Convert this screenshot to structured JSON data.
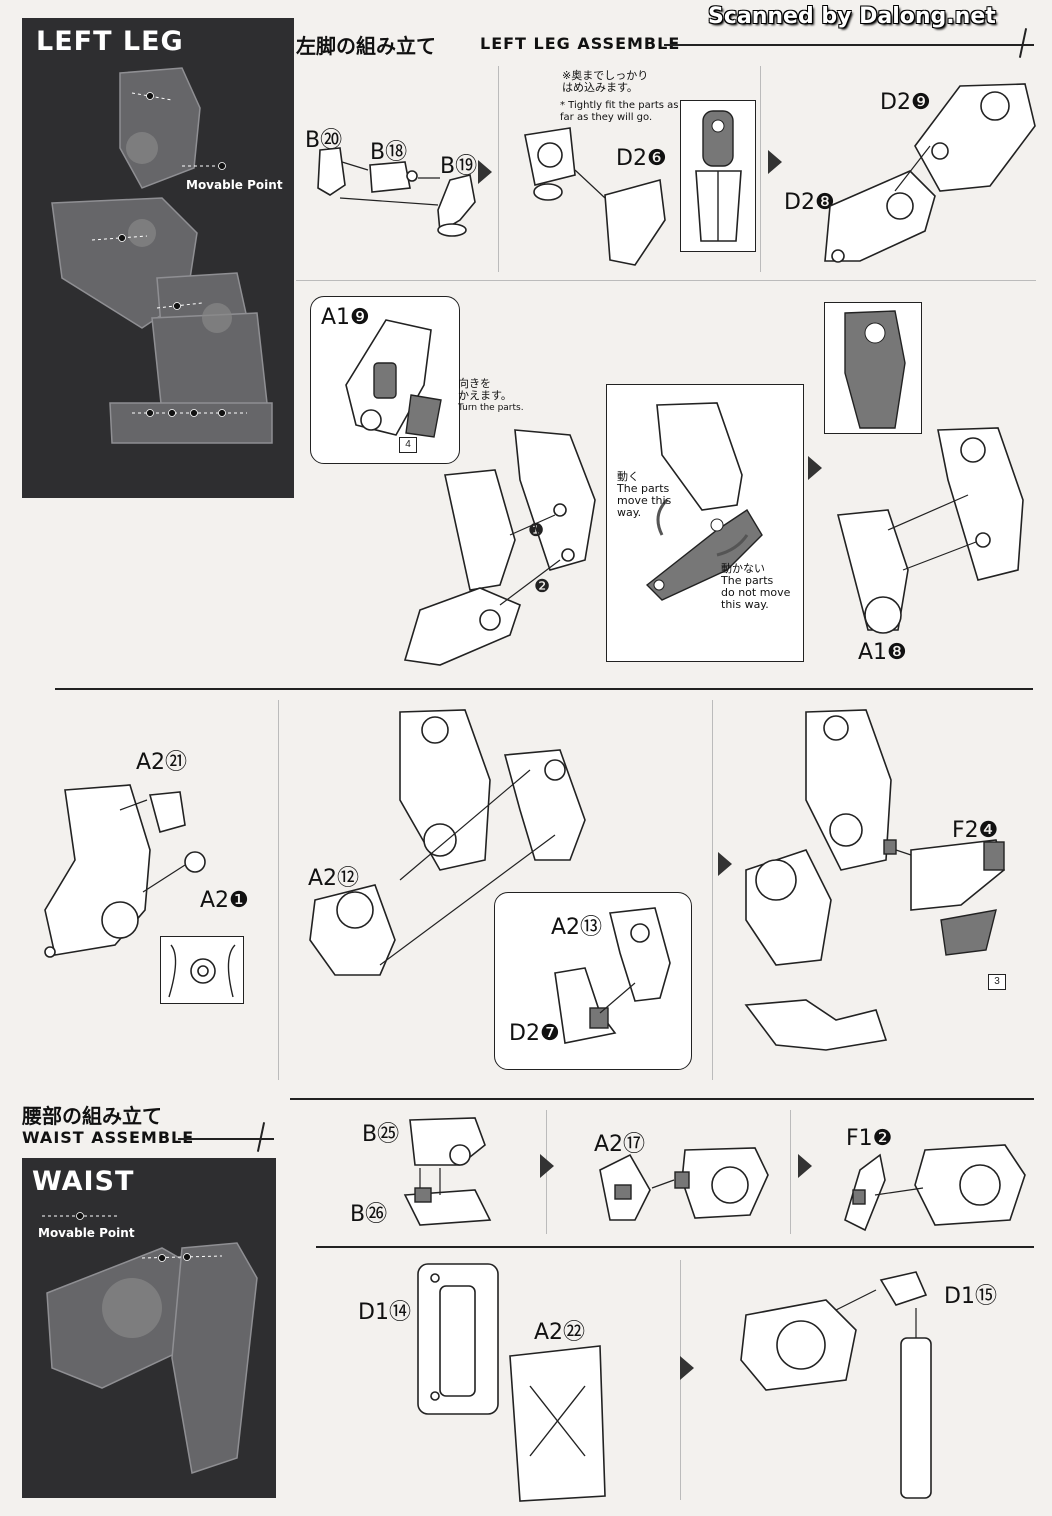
{
  "watermark": "Scanned by Dalong.net",
  "left_leg": {
    "panel_title": "LEFT LEG",
    "movable_point": "Movable Point",
    "section_title_jp": "左脚の組み立て",
    "section_title_en": "LEFT LEG ASSEMBLE",
    "note_jp_1": "※奥までしっかり",
    "note_jp_2": "はめ込みます。",
    "note_en_1": "* Tightly fit the parts as",
    "note_en_2": "far as they will go.",
    "turn_jp_1": "向きを",
    "turn_jp_2": "かえます。",
    "turn_en": "Turn the parts.",
    "moves_jp": "動く",
    "moves_en_1": "The parts",
    "moves_en_2": "move this",
    "moves_en_3": "way.",
    "nomove_jp": "動かない",
    "nomove_en_1": "The parts",
    "nomove_en_2": "do not move",
    "nomove_en_3": "this way.",
    "sticker_a": "4",
    "sticker_b": "3",
    "parts": {
      "b20": "B⑳",
      "b18": "B⑱",
      "b19": "B⑲",
      "d26": "D2❻",
      "d29": "D2❾",
      "d28": "D2❽",
      "a19": "A1❾",
      "a18": "A1❽",
      "a221": "A2㉑",
      "a21": "A2❶",
      "a212": "A2⑫",
      "a213": "A2⑬",
      "d27": "D2❼",
      "f24": "F2❹"
    },
    "steps": {
      "s1": "❶",
      "s2": "❷"
    }
  },
  "waist": {
    "panel_title": "WAIST",
    "movable_point": "Movable Point",
    "section_title_jp": "腰部の組み立て",
    "section_title_en": "WAIST ASSEMBLE",
    "parts": {
      "b25": "B㉕",
      "b26": "B㉖",
      "a217": "A2⑰",
      "f12": "F1❷",
      "d114": "D1⑭",
      "a222": "A2㉒",
      "d115": "D1⑮"
    }
  }
}
